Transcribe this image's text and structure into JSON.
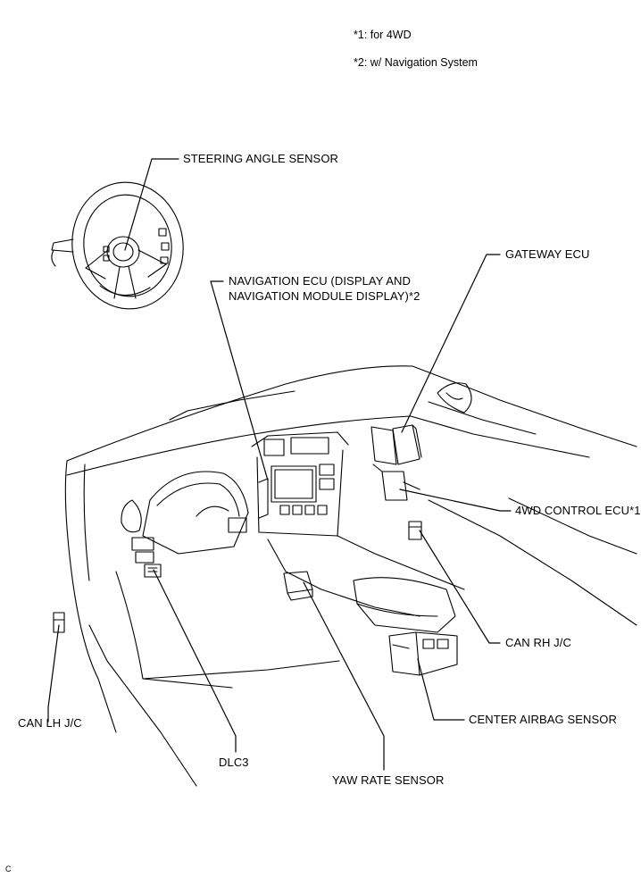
{
  "notes": {
    "n1": "*1: for 4WD",
    "n2": "*2: w/ Navigation System"
  },
  "labels": {
    "steering_angle_sensor": "STEERING ANGLE SENSOR",
    "gateway_ecu": "GATEWAY ECU",
    "navigation_ecu_line1": "NAVIGATION ECU (DISPLAY AND",
    "navigation_ecu_line2": "NAVIGATION MODULE DISPLAY)*2",
    "fourwd_control_ecu": "4WD CONTROL ECU*1",
    "can_rh_jc": "CAN RH J/C",
    "center_airbag_sensor": "CENTER AIRBAG SENSOR",
    "can_lh_jc": "CAN LH J/C",
    "dlc3": "DLC3",
    "yaw_rate_sensor": "YAW RATE SENSOR"
  },
  "corner_code": "C"
}
